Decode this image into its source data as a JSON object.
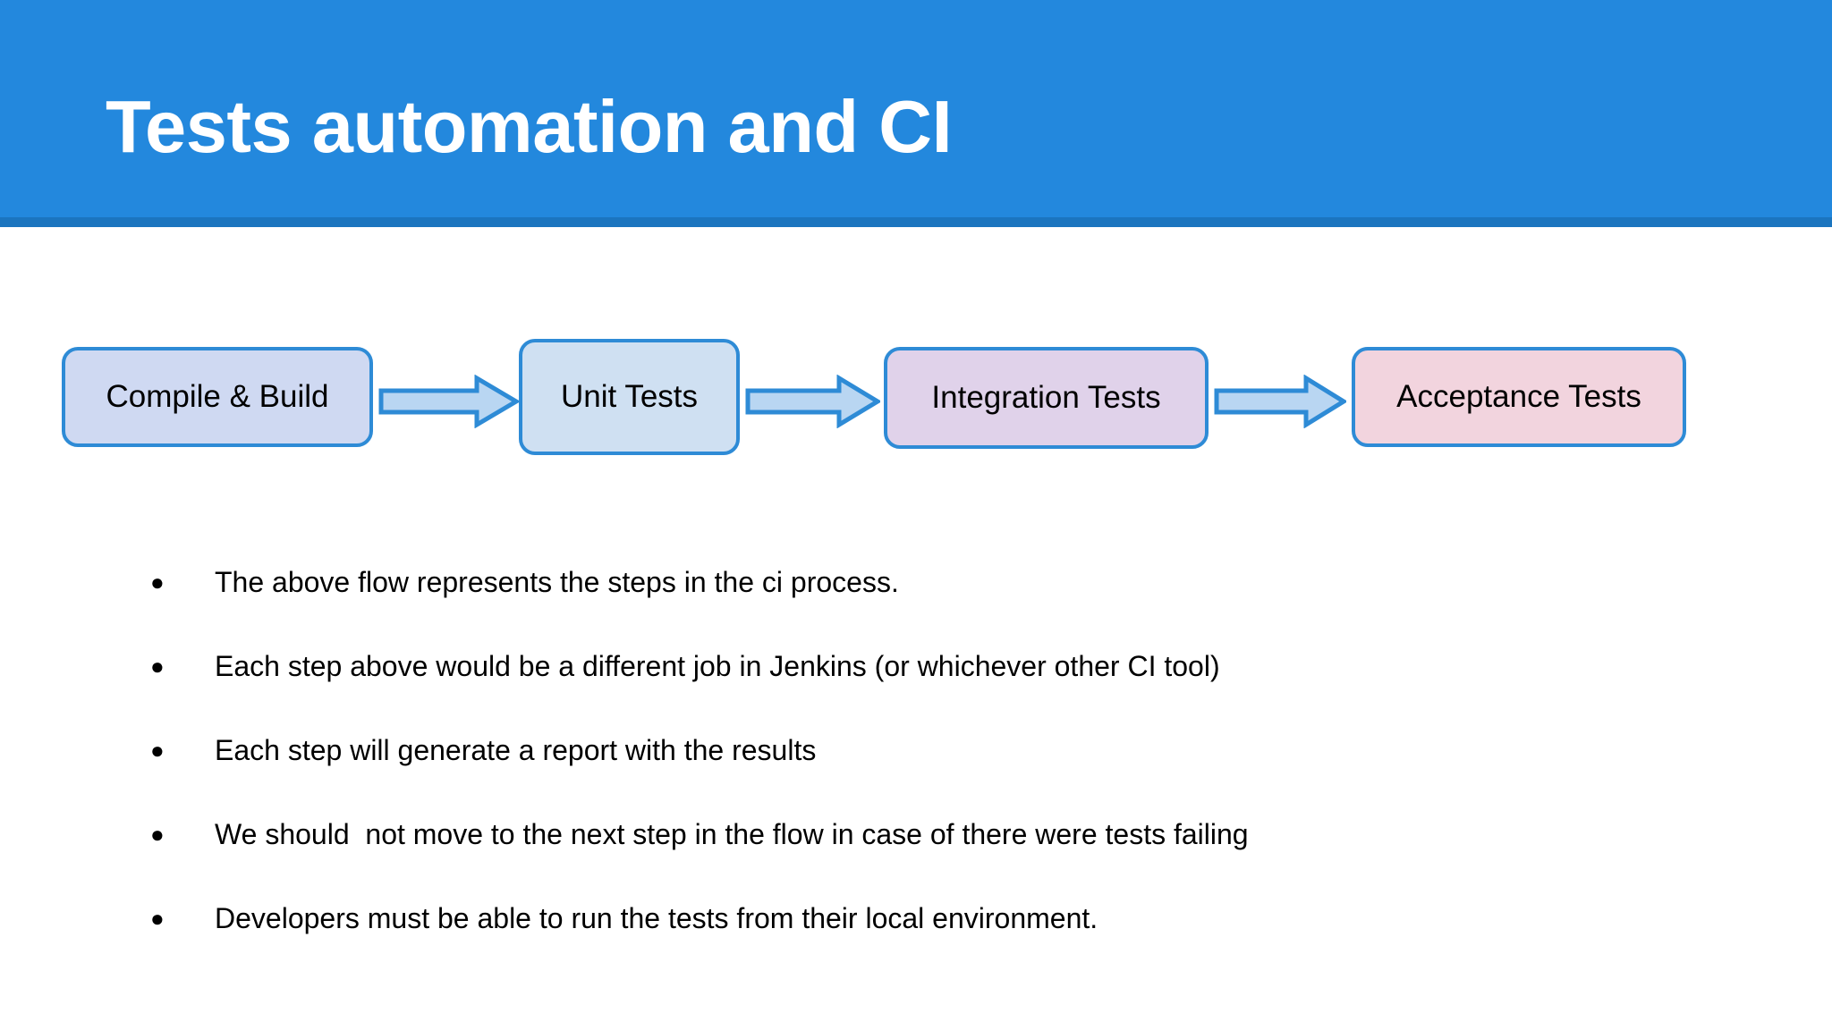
{
  "slide": {
    "title": "Tests automation and CI",
    "background_color": "#ffffff"
  },
  "header": {
    "title": "Tests automation and CI",
    "band_color": "#2388dd",
    "underline_color": "#1b75bf",
    "title_color": "#ffffff"
  },
  "flow": {
    "arrow_fill": "#b9d6f2",
    "arrow_stroke": "#2e8bd6",
    "box_stroke": "#2e8bd6",
    "arrow_icon_name": "right-block-arrow-icon",
    "steps": [
      {
        "label": "Compile & Build",
        "fill": "#cfd9f2"
      },
      {
        "label": "Unit Tests",
        "fill": "#cfe0f2"
      },
      {
        "label": "Integration Tests",
        "fill": "#e0d2ea"
      },
      {
        "label": "Acceptance Tests",
        "fill": "#f2d4de"
      }
    ],
    "arrows": [
      {
        "from": "Compile & Build",
        "to": "Unit Tests"
      },
      {
        "from": "Unit Tests",
        "to": "Integration Tests"
      },
      {
        "from": "Integration Tests",
        "to": "Acceptance Tests"
      }
    ]
  },
  "body": {
    "bullet_marker": "●",
    "bullets": [
      "The above flow represents the steps in the ci process.",
      "Each step above would be a different job in Jenkins (or whichever other CI tool)",
      "Each step will generate a report with the results",
      "We should  not move to the next step in the flow in case of there were tests failing",
      "Developers must be able to run the tests from their local environment."
    ]
  }
}
